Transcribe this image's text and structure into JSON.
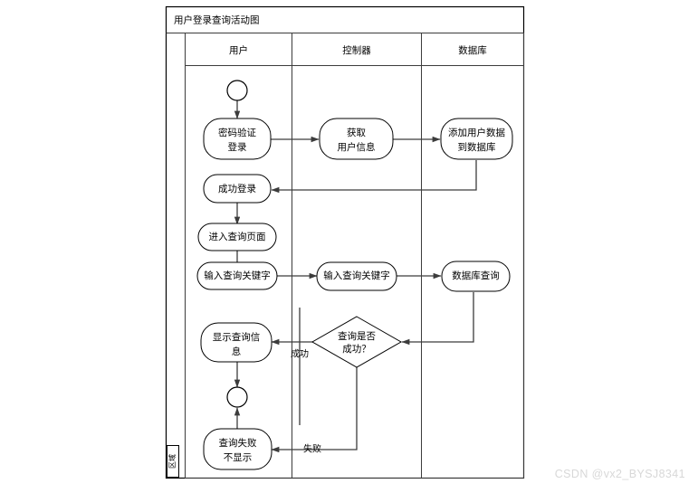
{
  "diagram": {
    "frame_title": "用户登录查询活动图",
    "partition_tab_label": "区域",
    "lanes": [
      {
        "id": "user",
        "label": "用户"
      },
      {
        "id": "controller",
        "label": "控制器"
      },
      {
        "id": "database",
        "label": "数据库"
      }
    ],
    "nodes": [
      {
        "id": "start",
        "type": "start-node",
        "label": "",
        "lane": "user"
      },
      {
        "id": "login",
        "type": "activity",
        "label": "密码验证\n登录",
        "lane": "user"
      },
      {
        "id": "get-user-info",
        "type": "activity",
        "label": "获取\n用户信息",
        "lane": "controller"
      },
      {
        "id": "add-user-data",
        "type": "activity",
        "label": "添加用户数据\n到数据库",
        "lane": "database"
      },
      {
        "id": "login-success",
        "type": "activity",
        "label": "成功登录",
        "lane": "user"
      },
      {
        "id": "enter-query-page",
        "type": "activity",
        "label": "进入查询页面",
        "lane": "user"
      },
      {
        "id": "input-keyword-user",
        "type": "activity",
        "label": "输入查询关键字",
        "lane": "user"
      },
      {
        "id": "input-keyword-controller",
        "type": "activity",
        "label": "输入查询关键字",
        "lane": "controller"
      },
      {
        "id": "db-query",
        "type": "activity",
        "label": "数据库查询",
        "lane": "database"
      },
      {
        "id": "query-success-decision",
        "type": "decision",
        "label": "查询是否\n成功？",
        "lane": "controller"
      },
      {
        "id": "show-query-info",
        "type": "activity",
        "label": "显示查询信\n息",
        "lane": "user"
      },
      {
        "id": "end",
        "type": "end-node",
        "label": "",
        "lane": "user"
      },
      {
        "id": "query-failed",
        "type": "activity",
        "label": "查询失败\n不显示",
        "lane": "user"
      }
    ],
    "edges": [
      {
        "from": "start",
        "to": "login",
        "label": ""
      },
      {
        "from": "login",
        "to": "get-user-info",
        "label": ""
      },
      {
        "from": "get-user-info",
        "to": "add-user-data",
        "label": ""
      },
      {
        "from": "add-user-data",
        "to": "login-success",
        "label": ""
      },
      {
        "from": "login-success",
        "to": "enter-query-page",
        "label": ""
      },
      {
        "from": "enter-query-page",
        "to": "input-keyword-user",
        "label": ""
      },
      {
        "from": "input-keyword-user",
        "to": "input-keyword-controller",
        "label": ""
      },
      {
        "from": "input-keyword-controller",
        "to": "db-query",
        "label": ""
      },
      {
        "from": "db-query",
        "to": "query-success-decision",
        "label": ""
      },
      {
        "from": "query-success-decision",
        "to": "show-query-info",
        "label": "成功"
      },
      {
        "from": "query-success-decision",
        "to": "query-failed",
        "label": "失败"
      },
      {
        "from": "show-query-info",
        "to": "end",
        "label": ""
      },
      {
        "from": "query-failed",
        "to": "end",
        "label": ""
      }
    ],
    "edge_labels": {
      "success": "成功",
      "failure": "失败"
    }
  },
  "watermark": {
    "text": "CSDN @vx2_BYSJ8341",
    "color": "#d8d8d8"
  },
  "colors": {
    "stroke": "#000000",
    "flow": "#3c3c3c",
    "node_fill": "#ffffff",
    "background": "#ffffff"
  }
}
